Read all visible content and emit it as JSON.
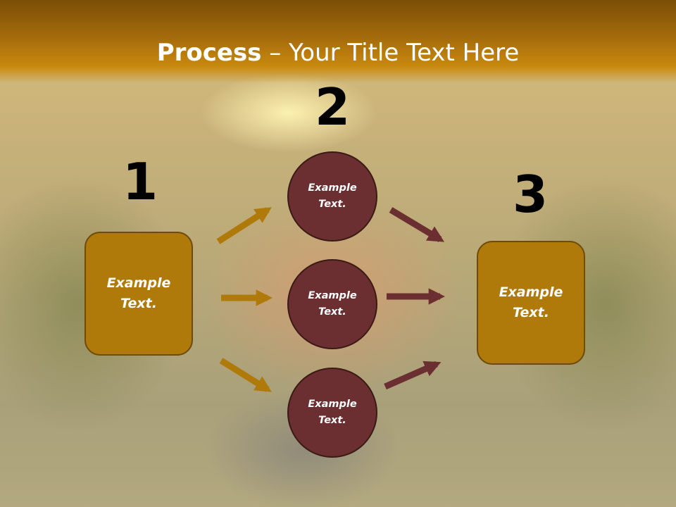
{
  "header": {
    "title_bold": "Process",
    "title_rest": " – Your Title Text Here"
  },
  "steps": {
    "one": {
      "number": "1",
      "label": "Example\nText."
    },
    "two": {
      "number": "2"
    },
    "three": {
      "number": "3",
      "label": "Example\nText."
    }
  },
  "circles": [
    {
      "label": "Example\nText."
    },
    {
      "label": "Example\nText."
    },
    {
      "label": "Example\nText."
    }
  ],
  "colors": {
    "header_gold": "#a46b0c",
    "box_fill": "#b07a0b",
    "circle_fill": "#6b2f31",
    "arrow_gold": "#b07a0b",
    "arrow_maroon": "#6b2f31"
  }
}
